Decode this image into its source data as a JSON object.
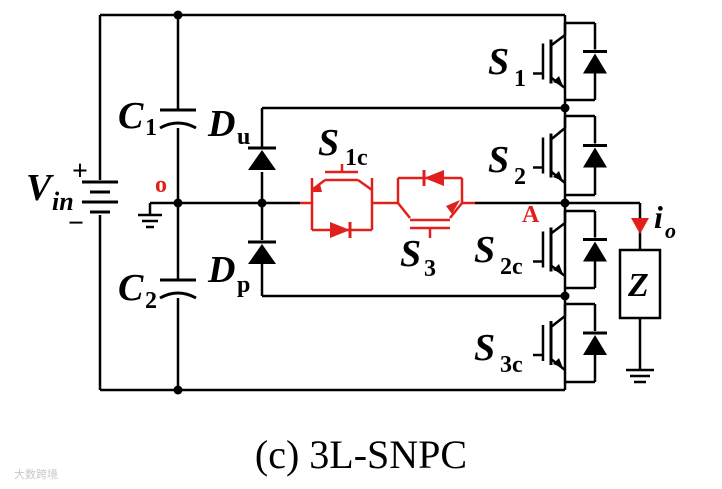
{
  "labels": {
    "vin_main": "V",
    "vin_sub": "in",
    "plus_top": "+",
    "minus_bottom": "−",
    "c1_main": "C",
    "c1_sub": "1",
    "c2_main": "C",
    "c2_sub": "2",
    "du_main": "D",
    "du_sub": "u",
    "dp_main": "D",
    "dp_sub": "p",
    "node_o": "o",
    "node_a": "A",
    "s1c_main": "S",
    "s1c_sub": "1c",
    "s3_main": "S",
    "s3_sub": "3",
    "s1_main": "S",
    "s1_sub": "1",
    "s2_main": "S",
    "s2_sub": "2",
    "s2c_main": "S",
    "s2c_sub": "2c",
    "s3c_main": "S",
    "s3c_sub": "3c",
    "io_main": "i",
    "io_sub": "o",
    "load": "Z"
  },
  "caption": "(c) 3L-SNPC",
  "watermark": "大数跨境",
  "colors": {
    "wire": "#000000",
    "highlight": "#e0201c"
  }
}
